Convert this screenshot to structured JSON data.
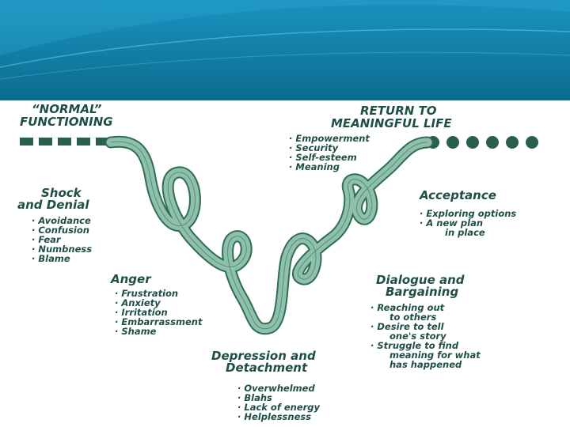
{
  "colors": {
    "banner_top": "#1488b8",
    "banner_bottom": "#0a6d8f",
    "ribbon_fill": "#8fc0aa",
    "ribbon_edge": "#2f6d58",
    "text": "#1f4e46",
    "square_marker": "#2a5e50"
  },
  "normal": {
    "line1": "“NORMAL”",
    "line2": "FUNCTIONING"
  },
  "return": {
    "line1": "RETURN TO",
    "line2": "MEANINGFUL LIFE",
    "items": [
      "· Empowerment",
      "· Security",
      "· Self-esteem",
      "· Meaning"
    ]
  },
  "shock": {
    "line1": "Shock",
    "line2": "and Denial",
    "items": [
      "· Avoidance",
      "· Confusion",
      "· Fear",
      "· Numbness",
      "· Blame"
    ]
  },
  "anger": {
    "title": "Anger",
    "items": [
      "· Frustration",
      "· Anxiety",
      "· Irritation",
      "· Embarrassment",
      "· Shame"
    ]
  },
  "depression": {
    "line1": "Depression and",
    "line2": "Detachment",
    "items": [
      "· Overwhelmed",
      "· Blahs",
      "· Lack of energy",
      "· Helplessness"
    ]
  },
  "dialogue": {
    "line1": "Dialogue and",
    "line2": "Bargaining",
    "items": [
      "· Reaching out",
      "to others",
      "· Desire to tell",
      "one's story",
      "· Struggle to find",
      "meaning for what",
      "has happened"
    ]
  },
  "acceptance": {
    "title": "Acceptance",
    "items": [
      "· Exploring options",
      "· A new plan",
      "in place"
    ]
  }
}
